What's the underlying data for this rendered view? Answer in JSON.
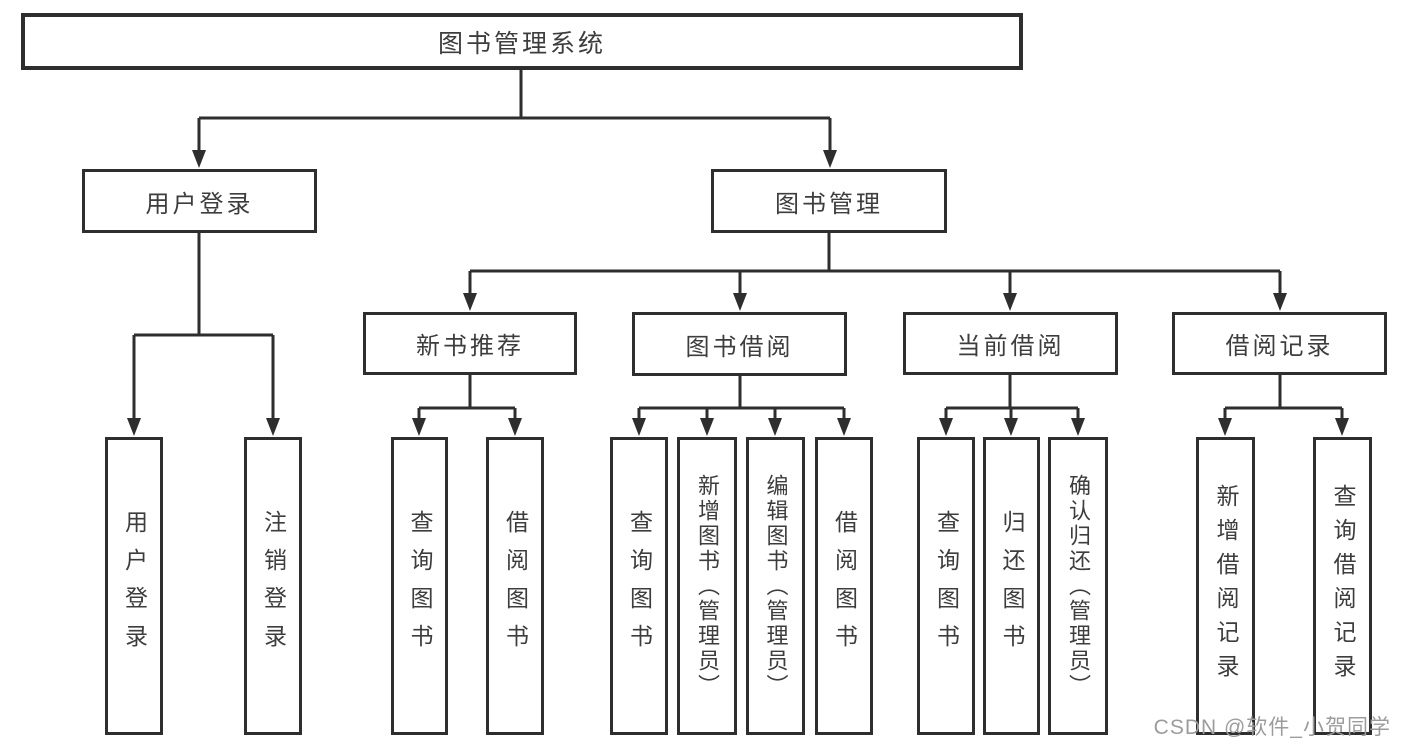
{
  "diagram_title": "图书管理系统",
  "nodes": {
    "root": "图书管理系统",
    "user_login": "用户登录",
    "book_mgmt": "图书管理",
    "new_book_rec": "新书推荐",
    "book_borrow": "图书借阅",
    "current_borrow": "当前借阅",
    "borrow_records": "借阅记录",
    "ul_login": "用户登录",
    "ul_logout": "注销登录",
    "nbr_query_book": "查询图书",
    "nbr_borrow_book": "借阅图书",
    "bb_query_book": "查询图书",
    "bb_add_book": "新增图书（管理员）",
    "bb_edit_book": "编辑图书（管理员）",
    "bb_borrow_book": "借阅图书",
    "cb_query_book": "查询图书",
    "cb_return_book": "归还图书",
    "cb_confirm_return": "确认归还（管理员）",
    "br_add_record": "新增借阅记录",
    "br_query_record": "查询借阅记录"
  },
  "hierarchy": {
    "图书管理系统": {
      "用户登录": [
        "用户登录",
        "注销登录"
      ],
      "图书管理": {
        "新书推荐": [
          "查询图书",
          "借阅图书"
        ],
        "图书借阅": [
          "查询图书",
          "新增图书（管理员）",
          "编辑图书（管理员）",
          "借阅图书"
        ],
        "当前借阅": [
          "查询图书",
          "归还图书",
          "确认归还（管理员）"
        ],
        "借阅记录": [
          "新增借阅记录",
          "查询借阅记录"
        ]
      }
    }
  },
  "watermark": "CSDN @软件_小贺同学",
  "colors": {
    "line": "#2e2e2e",
    "text": "#3d3d3d",
    "watermark": "#9c9c9c",
    "background": "#ffffff"
  }
}
